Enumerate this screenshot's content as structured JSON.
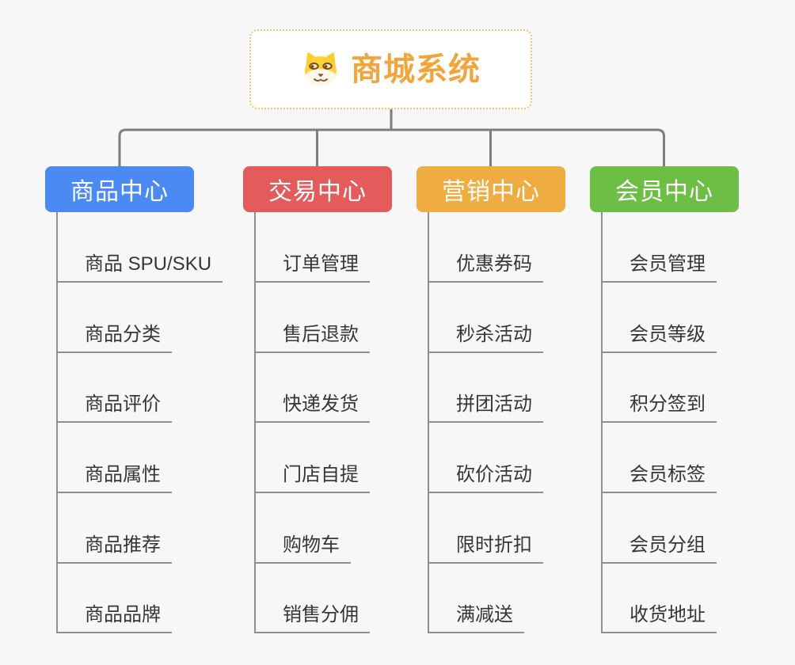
{
  "app": {
    "background_color": "#F7F7F7",
    "connector_color": "#7E7E7E",
    "leaf_line_color": "#8F8F8F"
  },
  "root": {
    "title": "商城系统",
    "icon": "shiba-dog-icon",
    "text_color": "#F0A63C",
    "border_color": "#F3C36E"
  },
  "branches": [
    {
      "label": "商品中心",
      "color": "#4A8AF2",
      "children": [
        "商品 SPU/SKU",
        "商品分类",
        "商品评价",
        "商品属性",
        "商品推荐",
        "商品品牌"
      ]
    },
    {
      "label": "交易中心",
      "color": "#E35B5B",
      "children": [
        "订单管理",
        "售后退款",
        "快递发货",
        "门店自提",
        "购物车",
        "销售分佣"
      ]
    },
    {
      "label": "营销中心",
      "color": "#EFAD41",
      "children": [
        "优惠券码",
        "秒杀活动",
        "拼团活动",
        "砍价活动",
        "限时折扣",
        "满减送"
      ]
    },
    {
      "label": "会员中心",
      "color": "#6CBE44",
      "children": [
        "会员管理",
        "会员等级",
        "积分签到",
        "会员标签",
        "会员分组",
        "收货地址"
      ]
    }
  ]
}
